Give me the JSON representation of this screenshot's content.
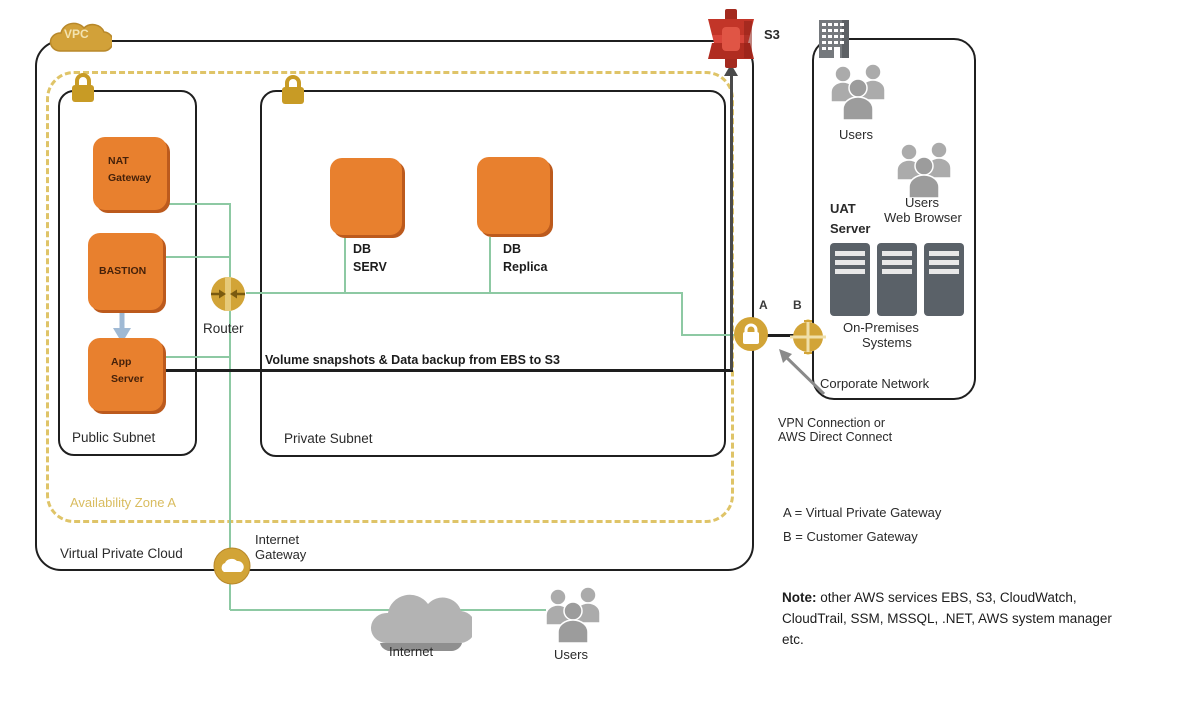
{
  "vpc": {
    "icon_label": "VPC",
    "label": "Virtual Private Cloud",
    "az_label": "Availability Zone A"
  },
  "public_subnet": {
    "label": "Public Subnet",
    "nat_line1": "NAT",
    "nat_line2": "Gateway",
    "bastion": "BASTION",
    "app_line1": "App",
    "app_line2": "Server"
  },
  "private_subnet": {
    "label": "Private Subnet",
    "db_serv_line1": "DB",
    "db_serv_line2": "SERV",
    "db_replica_line1": "DB",
    "db_replica_line2": "Replica"
  },
  "router_label": "Router",
  "igw_line1": "Internet",
  "igw_line2": "Gateway",
  "s3_label": "S3",
  "backup_label": "Volume snapshots & Data backup from EBS to S3",
  "gateway_a": "A",
  "gateway_b": "B",
  "vpn_line1": "VPN Connection or",
  "vpn_line2": "AWS Direct Connect",
  "legend_a": "A = Virtual Private Gateway",
  "legend_b": "B = Customer Gateway",
  "corporate": {
    "users_top": "Users",
    "users_mid": "Users",
    "web_browser": "Web Browser",
    "uat_line1": "UAT",
    "uat_line2": "Server",
    "onprem_line1": "On-Premises",
    "onprem_line2": "Systems",
    "label": "Corporate Network"
  },
  "internet_label": "Internet",
  "users_label": "Users",
  "note_bold": "Note:",
  "note_text": " other AWS services EBS, S3, CloudWatch, CloudTrail, SSM, MSSQL, .NET, AWS system manager etc.",
  "colors": {
    "aws_orange": "#E8802E",
    "gold": "#D2A437",
    "green_line": "#8DC9A3",
    "gray_icon": "#A9A9A9",
    "s3_red": "#C23528",
    "server_gray": "#5A6168"
  }
}
